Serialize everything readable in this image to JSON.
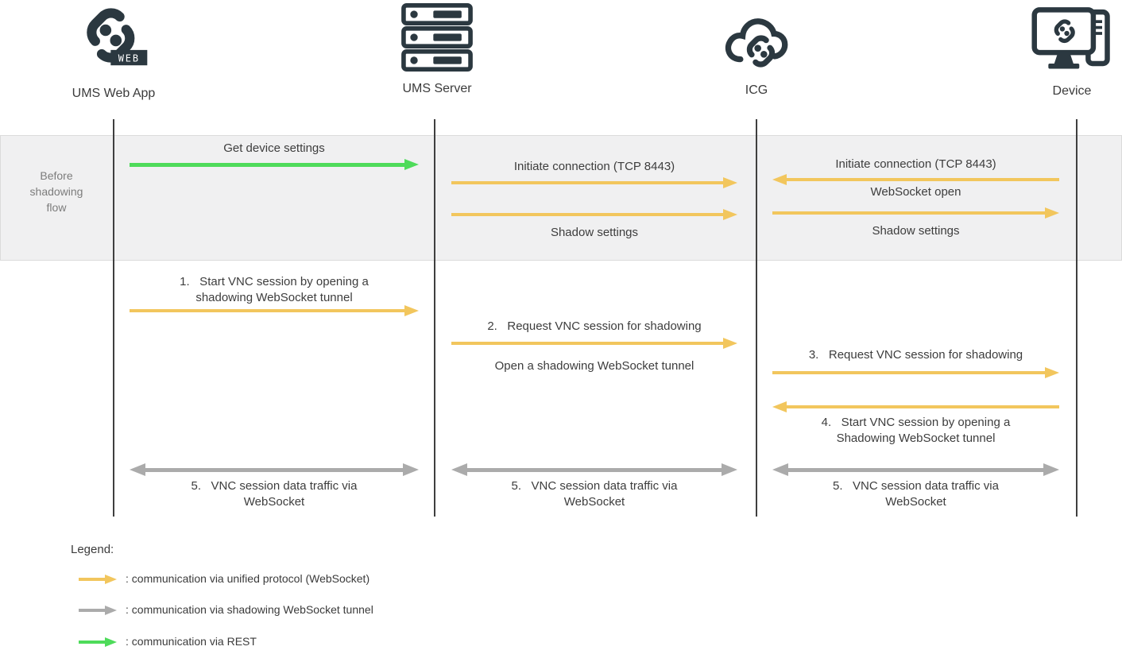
{
  "colors": {
    "websocket_arrow": "#F2C65D",
    "tunnel_arrow": "#ABABAB",
    "rest_arrow": "#4EDB5A",
    "icon": "#2B3840",
    "text": "#3D3D3D",
    "muted_text": "#7C7C7C",
    "band_bg": "#F0F0F1",
    "band_border": "#DBDBDB",
    "lifeline": "#3F3F3F"
  },
  "icons": {
    "ums_web_app": "chain-link-web-icon",
    "ums_server": "server-stack-icon",
    "icg": "cloud-chain-link-icon",
    "device": "monitor-with-tower-icon",
    "web_badge_text": "WEB"
  },
  "actors": {
    "ums_web_app": {
      "label": "UMS Web App"
    },
    "ums_server": {
      "label": "UMS Server"
    },
    "icg": {
      "label": "ICG"
    },
    "device": {
      "label": "Device"
    }
  },
  "band": {
    "label": "Before\nshadowing\nflow"
  },
  "messages": {
    "get_device_settings": {
      "label": "Get device settings",
      "type": "rest",
      "from": "UMS Web App",
      "to": "UMS Server"
    },
    "initiate_connection_server": {
      "label": "Initiate connection (TCP 8443)",
      "type": "websocket",
      "from": "UMS Server",
      "to": "ICG"
    },
    "initiate_connection_device": {
      "label": "Initiate connection (TCP 8443)",
      "type": "websocket",
      "from": "Device",
      "to": "ICG"
    },
    "websocket_open": {
      "label": "WebSocket open",
      "type": "websocket",
      "from": "Device",
      "to": "ICG"
    },
    "shadow_settings_server": {
      "label": "Shadow settings",
      "type": "websocket",
      "from": "UMS Server",
      "to": "ICG"
    },
    "shadow_settings_device": {
      "label": "Shadow settings",
      "type": "websocket",
      "from": "ICG",
      "to": "Device"
    },
    "step1": {
      "label": "1.   Start VNC session by opening a\nshadowing WebSocket tunnel",
      "type": "websocket",
      "from": "UMS Web App",
      "to": "UMS Server"
    },
    "step2": {
      "label": "2.   Request VNC session for shadowing",
      "sublabel": "Open a shadowing WebSocket tunnel",
      "type": "websocket",
      "from": "UMS Server",
      "to": "ICG"
    },
    "step3": {
      "label": "3.   Request VNC session for shadowing",
      "type": "websocket",
      "from": "ICG",
      "to": "Device"
    },
    "step4": {
      "label": "4.   Start VNC session by opening a\nShadowing WebSocket tunnel",
      "type": "websocket",
      "from": "Device",
      "to": "ICG"
    },
    "step5_webapp_server": {
      "label": "5.   VNC session data traffic via\nWebSocket",
      "type": "tunnel",
      "from": "UMS Web App",
      "to": "UMS Server",
      "bidirectional": true
    },
    "step5_server_icg": {
      "label": "5.   VNC session data traffic via\nWebSocket",
      "type": "tunnel",
      "from": "UMS Server",
      "to": "ICG",
      "bidirectional": true
    },
    "step5_icg_device": {
      "label": "5.   VNC session data traffic via\nWebSocket",
      "type": "tunnel",
      "from": "ICG",
      "to": "Device",
      "bidirectional": true
    }
  },
  "legend": {
    "title": "Legend:",
    "items": [
      {
        "arrow": "websocket",
        "label": ": communication via unified protocol (WebSocket)"
      },
      {
        "arrow": "tunnel",
        "label": ": communication via shadowing WebSocket tunnel"
      },
      {
        "arrow": "rest",
        "label": ": communication via REST"
      }
    ]
  }
}
